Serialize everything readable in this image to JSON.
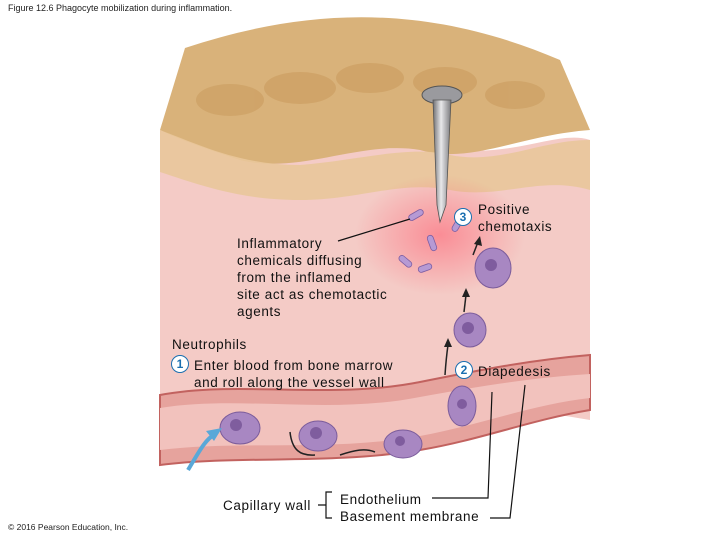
{
  "figure_title": "Figure 12.6 Phagocyte mobilization during inflammation.",
  "copyright": "© 2016 Pearson Education, Inc.",
  "labels": {
    "inflammatory": [
      "Inflammatory",
      "chemicals diffusing",
      "from the inflamed",
      "site act as chemotactic",
      "agents"
    ],
    "neutrophils": "Neutrophils",
    "step1_line1": "Enter blood from bone marrow",
    "step1_line2": "and roll along the vessel wall",
    "step2": "Diapedesis",
    "step3_line1": "Positive",
    "step3_line2": "chemotaxis",
    "capillary_wall": "Capillary wall",
    "endothelium": "Endothelium",
    "basement_membrane": "Basement membrane"
  },
  "steps": [
    "1",
    "2",
    "3"
  ],
  "colors": {
    "skin": "#d9b27a",
    "dermis": "#f2c9c4",
    "vessel": "#d98a85",
    "cell": "#a887c2",
    "arrow_entry": "#5aa8d8",
    "step_circle": "#1a6fb0"
  }
}
